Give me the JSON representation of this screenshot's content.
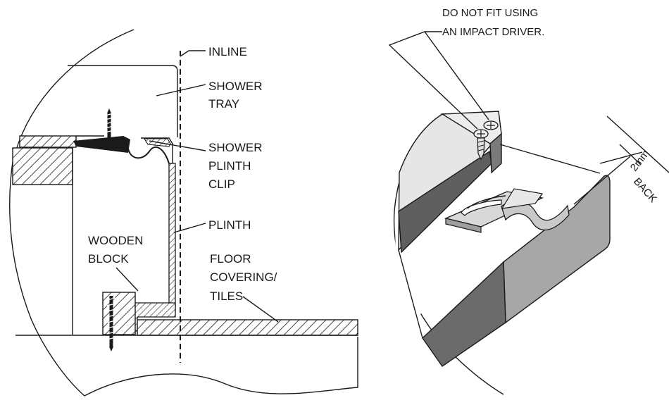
{
  "left_diagram": {
    "labels": {
      "inline": "INLINE",
      "shower_tray_1": "SHOWER",
      "shower_tray_2": "TRAY",
      "clip_1": "SHOWER",
      "clip_2": "PLINTH",
      "clip_3": "CLIP",
      "plinth": "PLINTH",
      "block_1": "WOODEN",
      "block_2": "BLOCK",
      "floor_1": "FLOOR",
      "floor_2": "COVERING/",
      "floor_3": "TILES"
    }
  },
  "right_diagram": {
    "labels": {
      "warning_1": "DO NOT FIT USING",
      "warning_2": "AN IMPACT DRIVER.",
      "dim_value": "2mm",
      "dim_note": "BACK"
    }
  },
  "colors": {
    "line": "#1a1a1a",
    "surface_light": "#f2f2f2",
    "surface_mid": "#bdbdbd",
    "surface_dark": "#6b6b6b",
    "surface_darker": "#5a5a5a"
  }
}
